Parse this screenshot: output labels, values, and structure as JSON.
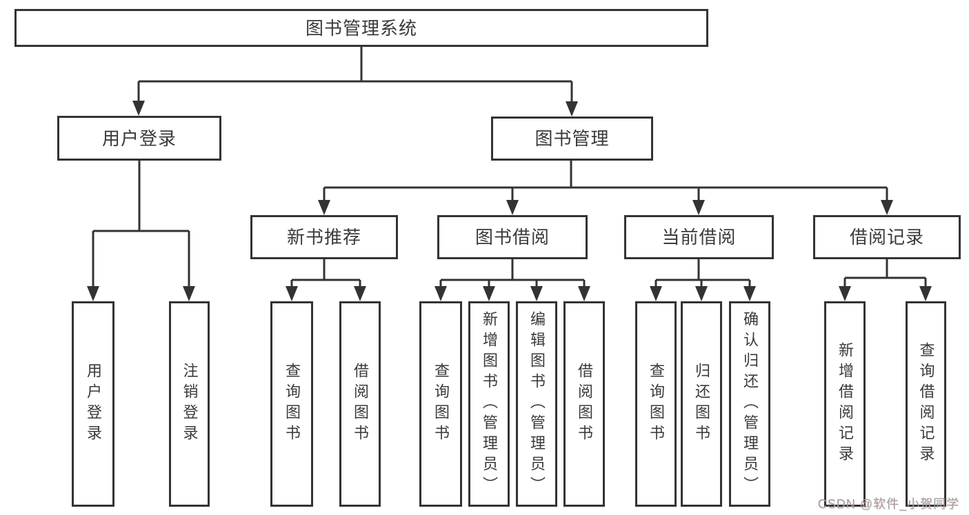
{
  "colors": {
    "line": "#333333",
    "box_border": "#333333",
    "text": "#3a3a3a",
    "watermark": "#a0a0a0",
    "background": "#ffffff"
  },
  "watermark": "CSDN @软件_小贺同学",
  "diagram": {
    "root": {
      "label": "图书管理系统"
    },
    "branches": [
      {
        "label": "用户登录",
        "children": [
          {
            "label": "用户登录"
          },
          {
            "label": "注销登录"
          }
        ]
      },
      {
        "label": "图书管理",
        "children": [
          {
            "label": "新书推荐",
            "children": [
              {
                "label": "查询图书"
              },
              {
                "label": "借阅图书"
              }
            ]
          },
          {
            "label": "图书借阅",
            "children": [
              {
                "label": "查询图书"
              },
              {
                "label": "新增图书（管理员）"
              },
              {
                "label": "编辑图书（管理员）"
              },
              {
                "label": "借阅图书"
              }
            ]
          },
          {
            "label": "当前借阅",
            "children": [
              {
                "label": "查询图书"
              },
              {
                "label": "归还图书"
              },
              {
                "label": "确认归还（管理员）"
              }
            ]
          },
          {
            "label": "借阅记录",
            "children": [
              {
                "label": "新增借阅记录"
              },
              {
                "label": "查询借阅记录"
              }
            ]
          }
        ]
      }
    ]
  }
}
